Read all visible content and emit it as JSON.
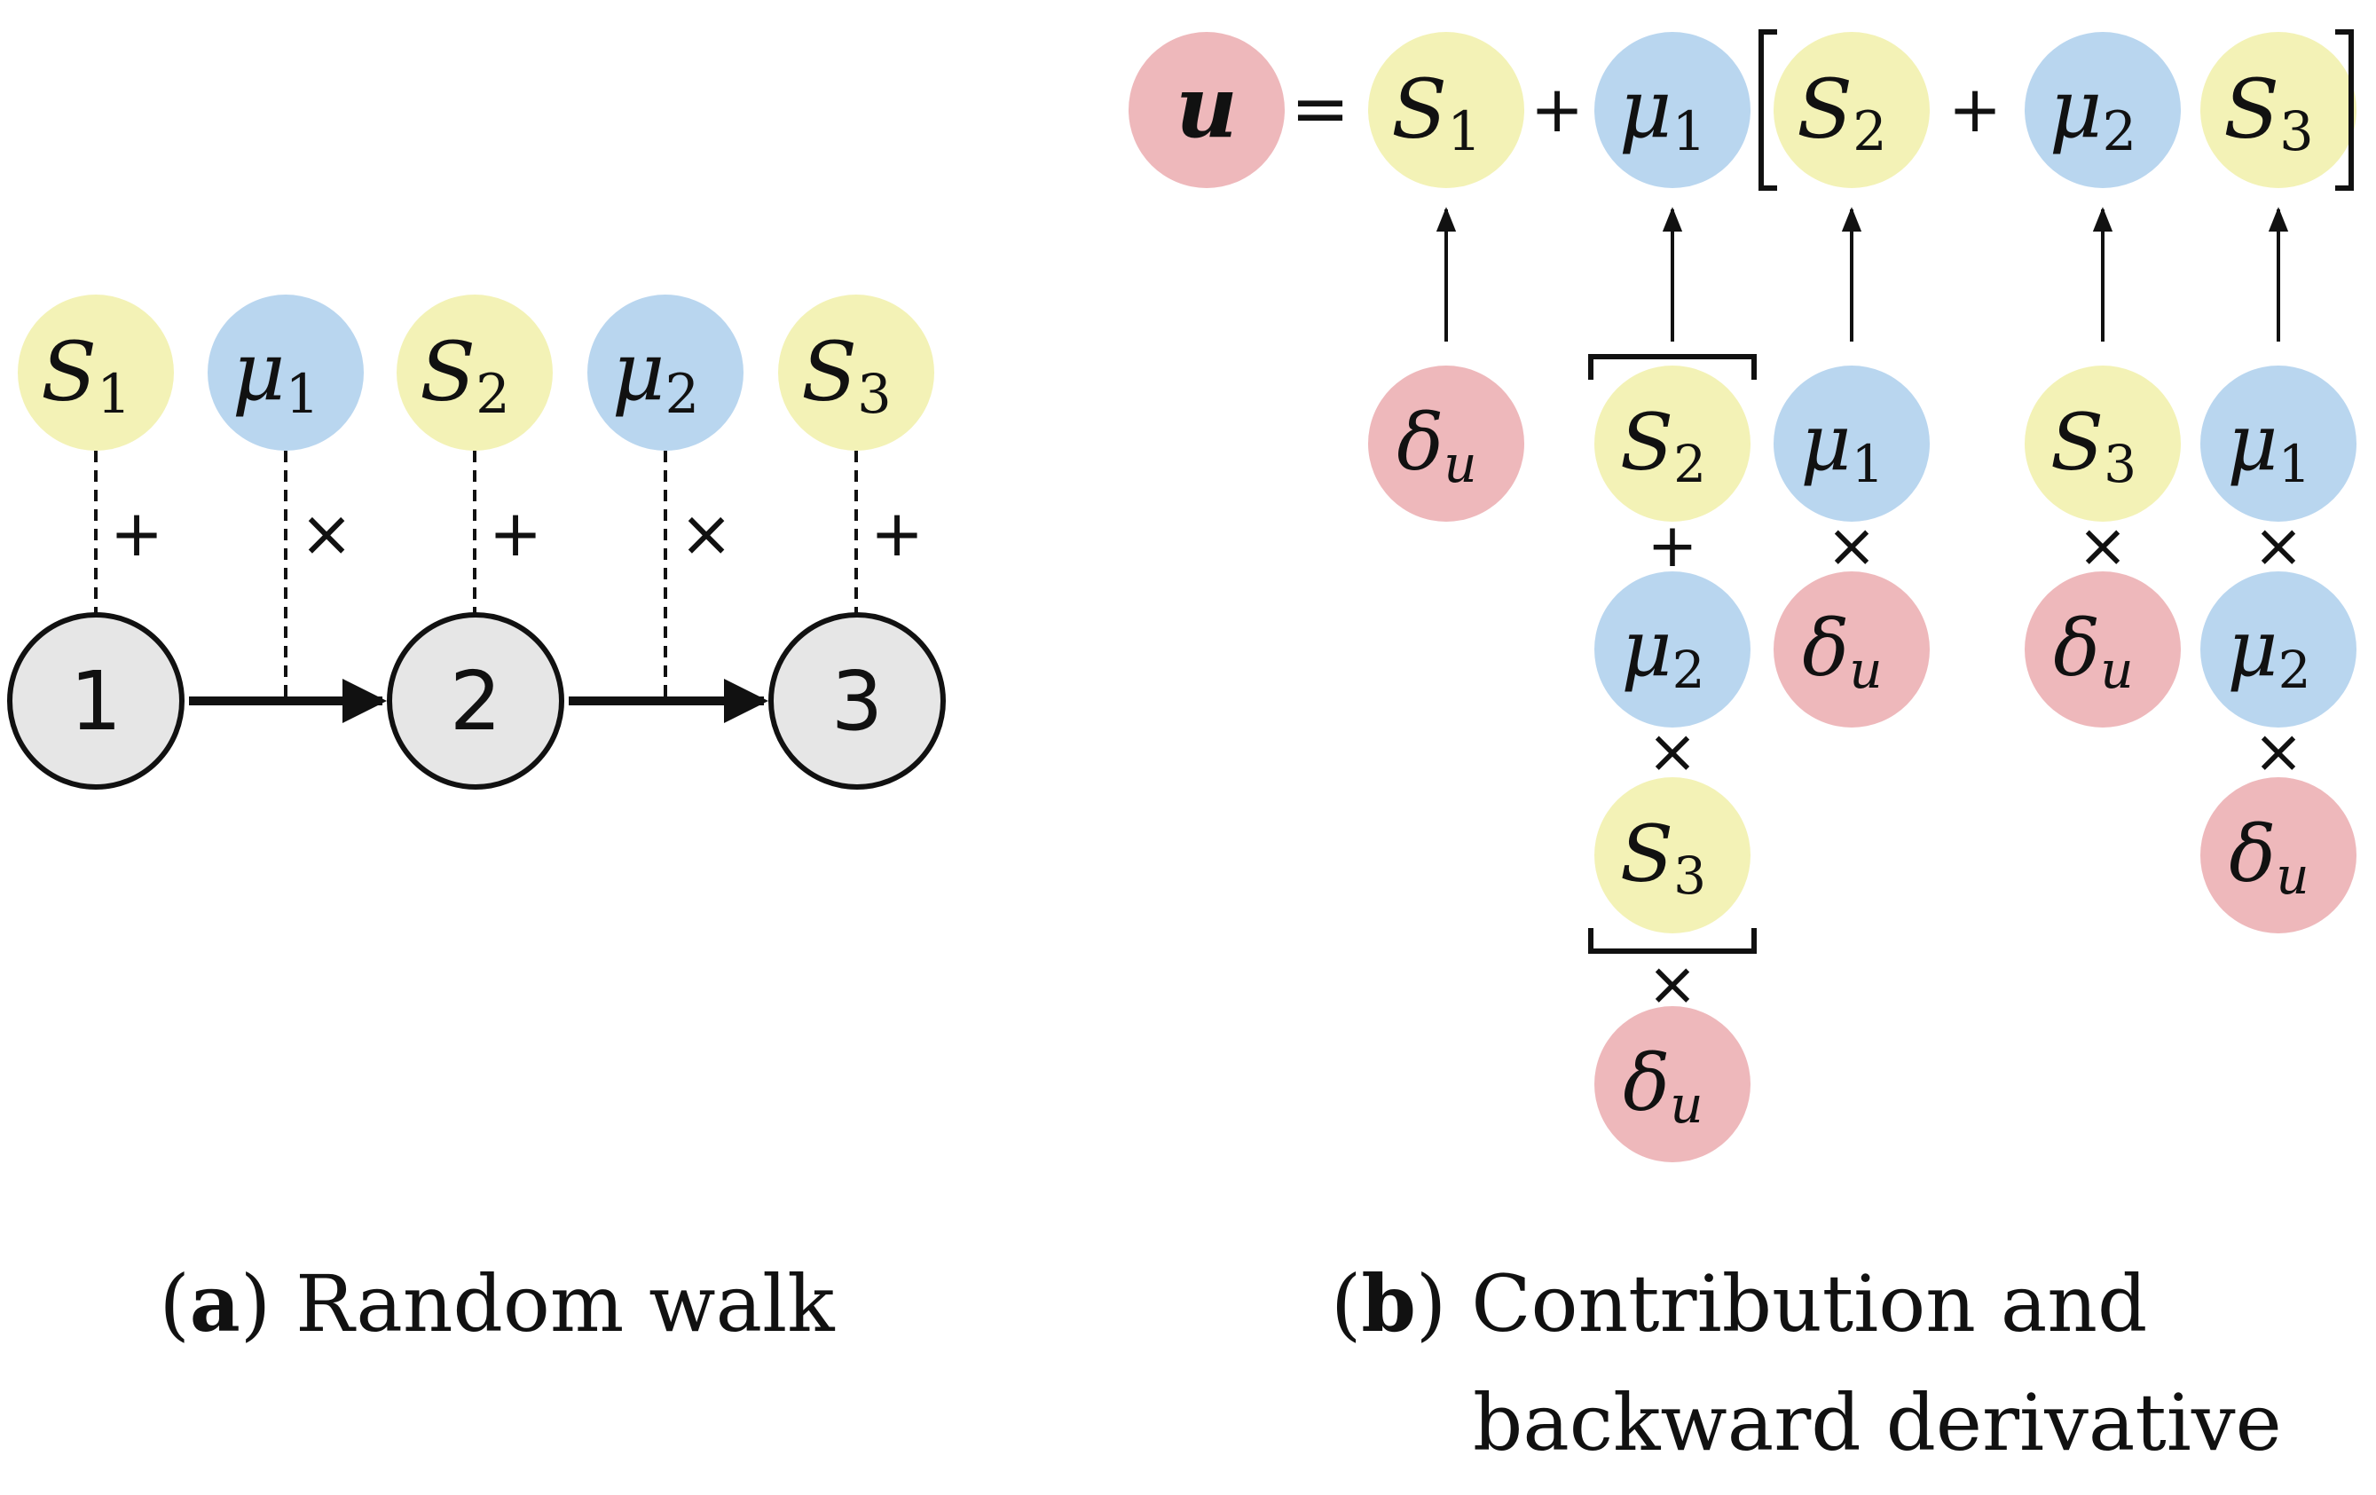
{
  "colors": {
    "yellow": "#f3f2b6",
    "blue": "#b9d6ef",
    "red": "#eeb8bb",
    "gray": "#e6e6e6",
    "ink": "#111111"
  },
  "panel_a": {
    "top_nodes": [
      {
        "var": "S",
        "sub": "1",
        "color": "yellow",
        "op": "+"
      },
      {
        "var": "μ",
        "sub": "1",
        "color": "blue",
        "op": "×"
      },
      {
        "var": "S",
        "sub": "2",
        "color": "yellow",
        "op": "+"
      },
      {
        "var": "μ",
        "sub": "2",
        "color": "blue",
        "op": "×"
      },
      {
        "var": "S",
        "sub": "3",
        "color": "yellow",
        "op": "+"
      }
    ],
    "states": [
      "1",
      "2",
      "3"
    ],
    "caption_label": "a",
    "caption_text": "Random walk"
  },
  "panel_b": {
    "equation": {
      "lhs": "u",
      "equals": "=",
      "terms": [
        {
          "var": "S",
          "sub": "1",
          "color": "yellow"
        },
        {
          "op": "+"
        },
        {
          "var": "μ",
          "sub": "1",
          "color": "blue"
        },
        {
          "bracket": "["
        },
        {
          "var": "S",
          "sub": "2",
          "color": "yellow"
        },
        {
          "op": "+"
        },
        {
          "var": "μ",
          "sub": "2",
          "color": "blue"
        },
        {
          "var": "S",
          "sub": "3",
          "color": "yellow"
        },
        {
          "bracket": "]"
        }
      ]
    },
    "columns": [
      {
        "for": "S1",
        "items": [
          {
            "var": "δ",
            "sub": "u",
            "color": "red"
          }
        ]
      },
      {
        "for": "μ1",
        "bracketed": true,
        "items": [
          {
            "var": "S",
            "sub": "2",
            "color": "yellow"
          },
          {
            "op": "+"
          },
          {
            "var": "μ",
            "sub": "2",
            "color": "blue"
          },
          {
            "op": "×"
          },
          {
            "var": "S",
            "sub": "3",
            "color": "yellow"
          },
          {
            "op": "×"
          },
          {
            "var": "δ",
            "sub": "u",
            "color": "red"
          }
        ]
      },
      {
        "for": "S2",
        "items": [
          {
            "var": "μ",
            "sub": "1",
            "color": "blue"
          },
          {
            "op": "×"
          },
          {
            "var": "δ",
            "sub": "u",
            "color": "red"
          }
        ]
      },
      {
        "for": "μ2",
        "items": [
          {
            "var": "S",
            "sub": "3",
            "color": "yellow"
          },
          {
            "op": "×"
          },
          {
            "var": "δ",
            "sub": "u",
            "color": "red"
          }
        ]
      },
      {
        "for": "S3",
        "items": [
          {
            "var": "μ",
            "sub": "1",
            "color": "blue"
          },
          {
            "op": "×"
          },
          {
            "var": "μ",
            "sub": "2",
            "color": "blue"
          },
          {
            "op": "×"
          },
          {
            "var": "δ",
            "sub": "u",
            "color": "red"
          }
        ]
      }
    ],
    "caption_label": "b",
    "caption_line1": "Contribution and",
    "caption_line2": "backward derivative"
  }
}
